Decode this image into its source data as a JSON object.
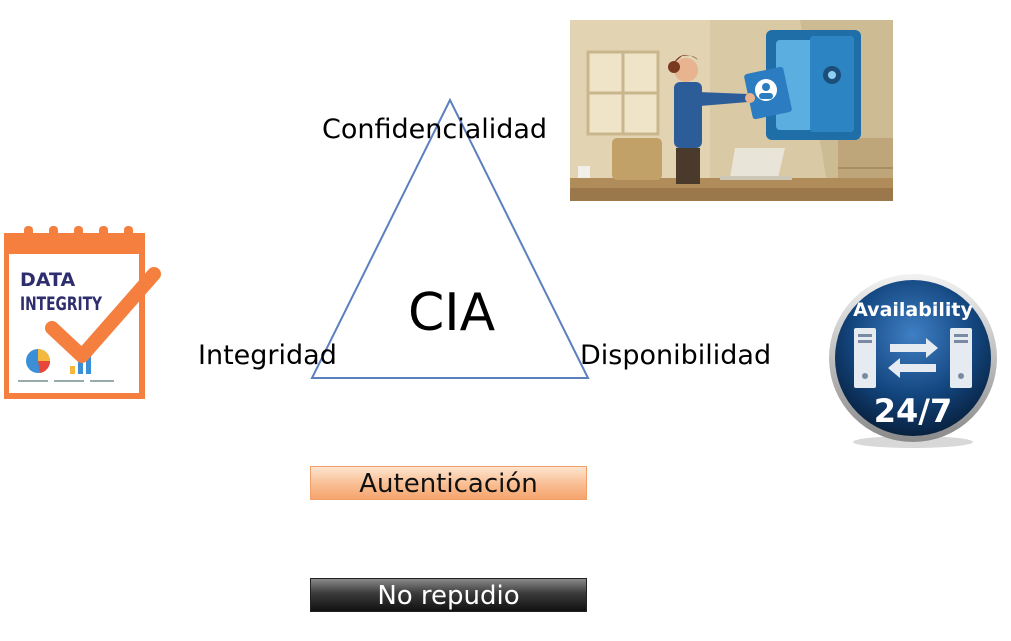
{
  "diagram": {
    "center_label": "CIA",
    "vertices": {
      "top": "Confidencialidad",
      "left": "Integridad",
      "right": "Disponibilidad"
    },
    "line_color": "#5b7fbf"
  },
  "boxes": {
    "authentication": "Autenticación",
    "non_repudiation": "No repudio"
  },
  "images": {
    "integrity_badge": {
      "line1": "DATA",
      "line2": "INTEGRITY",
      "accent_color": "#f47f3f",
      "title_color": "#2e2e6e"
    },
    "availability_badge": {
      "title": "Availability",
      "subtitle": "24/7"
    },
    "confidentiality_scene": {
      "icon": "safe-with-person-icon"
    }
  }
}
